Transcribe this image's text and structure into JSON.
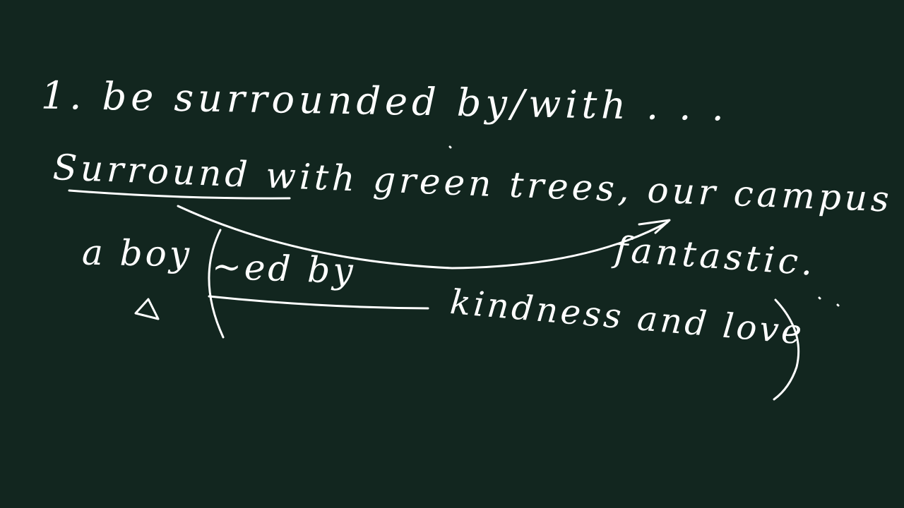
{
  "board": {
    "background_color": "#12261f",
    "ink_color": "#ffffff",
    "lines": [
      {
        "id": "heading",
        "text": "1. be surrounded by/with . . ."
      },
      {
        "id": "example-1",
        "text": "Surround with green trees, our campus look"
      },
      {
        "id": "example-1-end",
        "text": "fantastic."
      },
      {
        "id": "example-2-start",
        "text": "a boy"
      },
      {
        "id": "example-2-middle",
        "text": "~ed by"
      },
      {
        "id": "example-2-end",
        "text": "kindness and love"
      }
    ]
  }
}
